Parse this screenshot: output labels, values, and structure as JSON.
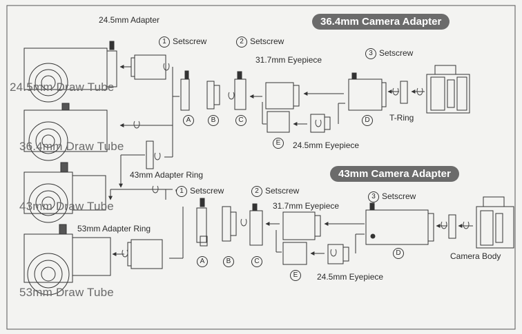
{
  "titles": {
    "adapter_364": "36.4mm Camera Adapter",
    "adapter_43": "43mm Camera Adapter"
  },
  "draw_tubes": [
    "24.5mm Draw Tube",
    "36.4mm Draw Tube",
    "43mm Draw Tube",
    "53mm Draw Tube"
  ],
  "labels": {
    "adapter_245": "24.5mm Adapter",
    "adapter_ring_43": "43mm Adapter Ring",
    "adapter_ring_53": "53mm Adapter Ring",
    "eyepiece_317": "31.7mm Eyepiece",
    "eyepiece_245": "24.5mm Eyepiece",
    "t_ring": "T-Ring",
    "camera_body": "Camera Body"
  },
  "setscrews": [
    {
      "num": "1",
      "text": "Setscrew"
    },
    {
      "num": "2",
      "text": "Setscrew"
    },
    {
      "num": "3",
      "text": "Setscrew"
    }
  ],
  "parts": [
    "A",
    "B",
    "C",
    "D",
    "E"
  ],
  "colors": {
    "pill": "#6b6b6b",
    "line": "#333333",
    "faded": "#6a6a6a"
  }
}
